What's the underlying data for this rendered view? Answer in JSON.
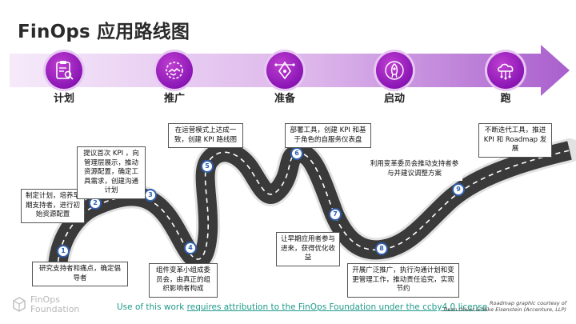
{
  "title": "FinOps 应用路线图",
  "phases": [
    {
      "label": "计划",
      "icon": "clipboard-search-icon"
    },
    {
      "label": "推广",
      "icon": "handshake-gear-icon"
    },
    {
      "label": "准备",
      "icon": "pen-nib-icon"
    },
    {
      "label": "启动",
      "icon": "rocket-icon"
    },
    {
      "label": "跑",
      "icon": "cloud-network-icon"
    }
  ],
  "steps": [
    {
      "num": "1",
      "text": "研究支持者和痛点，确定倡导者"
    },
    {
      "num": "2",
      "text": "制定计划，培养早期支持者，进行初始资源配置"
    },
    {
      "num": "3",
      "text": "提议首次 KPI ，向管理层展示，推动资源配置，确定工具需求，创建沟通计划"
    },
    {
      "num": "4",
      "text": "组件变革小组成委员会，由真正的组织影响者构成"
    },
    {
      "num": "5",
      "text": "在运营模式上达成一致，创建 KPI 路线图"
    },
    {
      "num": "6",
      "text": "部署工具，创建 KPI 和基于角色的自服务仪表盘"
    },
    {
      "num": "7",
      "text": "让早期应用者参与进来，获得优化收益"
    },
    {
      "num": "8",
      "text": "开展广泛推广，执行沟通计划和变更管理工作，推动责任追究，实现节约"
    },
    {
      "num": "9",
      "text": "不断迭代工具，推进 KPI 和 Roadmap 发展"
    },
    {
      "num": "",
      "text": "利用变革委员会推动支持者参与并建议调整方案"
    }
  ],
  "footer": {
    "prefix": "Use of this work ",
    "link": "requires attribution to the FinOps Foundation under the ccby4.0 license",
    "credit_line1": "Roadmap graphic courtesy of",
    "credit_line2": "Dean Oliver & Mike Eisenstein (Accenture, LLP)"
  },
  "logo": {
    "line1": "FinOps",
    "line2": "Foundation"
  },
  "colors": {
    "arrow_light": "#f4e6f8",
    "arrow_dark": "#b062d0",
    "circle": "#8a16b5",
    "marker": "#2f5fae",
    "link": "#1f9a8a"
  }
}
